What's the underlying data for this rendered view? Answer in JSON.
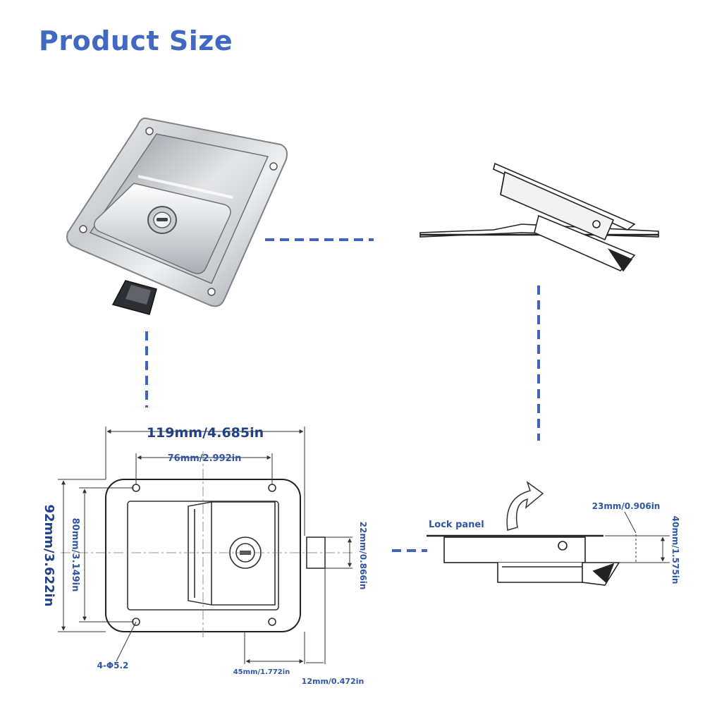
{
  "title": "Product Size",
  "colors": {
    "accent": "#4169c4",
    "dimension_text": "#2f55a4",
    "dashes": "#3f63bf",
    "line": "#222222"
  },
  "dimensions": {
    "overall_width": "119mm/4.685in",
    "hole_spacing_width": "76mm/2.992in",
    "overall_height": "92mm/3.622in",
    "hole_spacing_height": "80mm/3.149in",
    "latch_height": "22mm/0.866in",
    "holes": "4-Φ5.2",
    "depth": "45mm/1.772in",
    "latch_width": "12mm/0.472in",
    "side_offset": "23mm/0.906in",
    "side_height": "40mm/1.575in"
  },
  "labels": {
    "lock_panel": "Lock panel"
  }
}
